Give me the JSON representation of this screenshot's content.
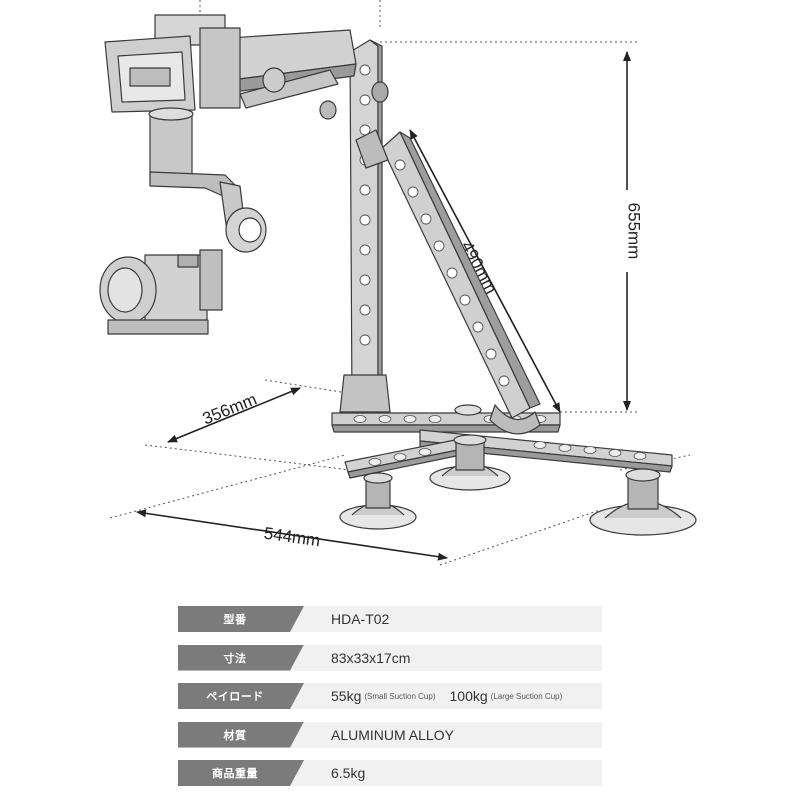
{
  "colors": {
    "line": "#3a3a3a",
    "metal_light": "#d6d6d6",
    "metal_mid": "#bdbdbd",
    "metal_dark": "#8c8c8c",
    "key_bg": "#7b7b7b",
    "value_bg": "#f1f1f1"
  },
  "dimensions": {
    "height": "655mm",
    "arm": "490mm",
    "depth": "356mm",
    "width": "544mm"
  },
  "specs": [
    {
      "key": "型番",
      "value": "HDA-T02"
    },
    {
      "key": "寸法",
      "value": "83x33x17cm"
    },
    {
      "key": "ペイロード",
      "value": "55kg",
      "note": "(Small Suction Cup)",
      "value2": "100kg",
      "note2": "(Large Suction Cup)"
    },
    {
      "key": "材質",
      "value": "ALUMINUM ALLOY"
    },
    {
      "key": "商品重量",
      "value": "6.5kg"
    }
  ]
}
